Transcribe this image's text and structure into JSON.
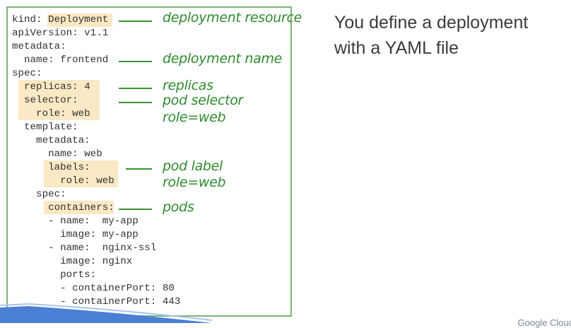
{
  "heading": {
    "line1": "You define a deployment",
    "line2": "with a YAML file"
  },
  "yaml_lines": [
    "kind: Deployment",
    "apiVersion: v1.1",
    "metadata:",
    "  name: frontend",
    "spec:",
    "  replicas: 4",
    "  selector:",
    "    role: web",
    "  template:",
    "    metadata:",
    "      name: web",
    "      labels:",
    "        role: web",
    "    spec:",
    "      containers:",
    "      - name:  my-app",
    "        image: my-app",
    "      - name:  nginx-ssl",
    "        image: nginx",
    "        ports:",
    "        - containerPort: 80",
    "        - containerPort: 443"
  ],
  "annotations": {
    "deployment_resource": "deployment resource",
    "deployment_name": "deployment name",
    "replicas": "replicas",
    "pod_selector": "pod selector",
    "selector_role": "role=web",
    "pod_label": "pod label",
    "label_role": "role=web",
    "pods": "pods"
  },
  "brand": "Google Cloud",
  "colors": {
    "box_border": "#7db37a",
    "highlight": "#fbe8c4",
    "annotation": "#2f8a2f",
    "swoosh": "#4a7fd4"
  }
}
